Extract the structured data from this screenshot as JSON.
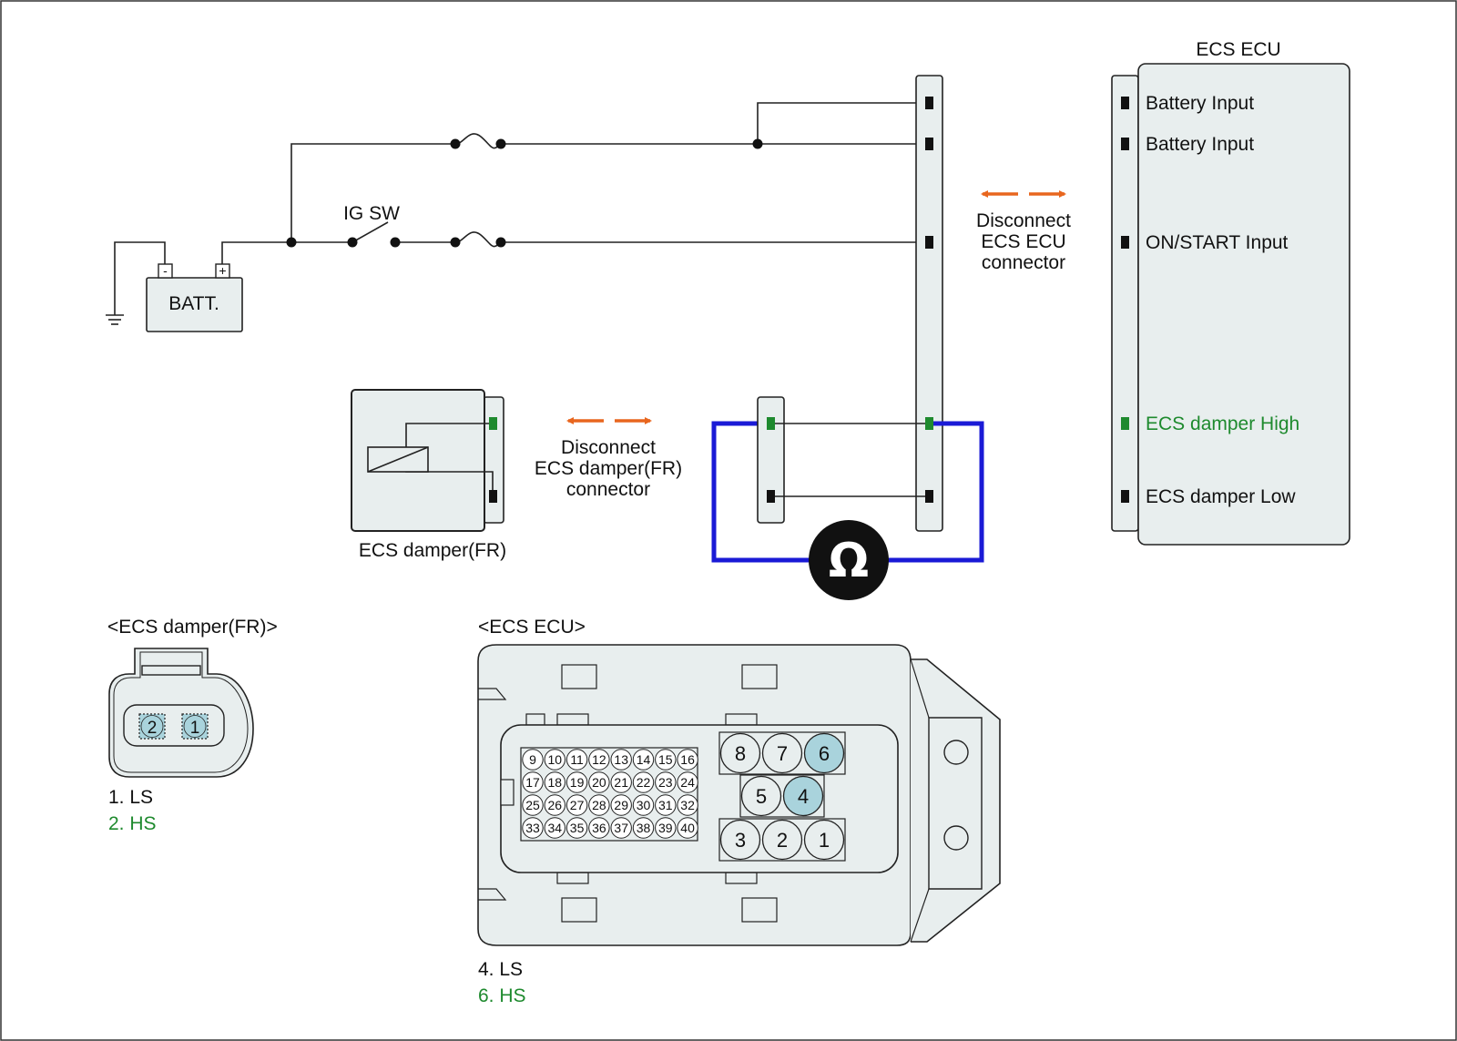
{
  "battery": {
    "label": "BATT.",
    "neg": "-",
    "pos": "+"
  },
  "ig_switch": {
    "label": "IG SW"
  },
  "ecu": {
    "title": "ECS ECU",
    "pins": [
      {
        "label": "Battery Input",
        "color": "#111111"
      },
      {
        "label": "Battery Input",
        "color": "#111111"
      },
      {
        "label": "ON/START Input",
        "color": "#111111"
      },
      {
        "label": "ECS damper High",
        "color": "#1e8a2e"
      },
      {
        "label": "ECS damper Low",
        "color": "#111111"
      }
    ]
  },
  "disconnect_ecu": {
    "line1": "Disconnect",
    "line2": "ECS ECU",
    "line3": "connector"
  },
  "disconnect_damper": {
    "line1": "Disconnect",
    "line2": "ECS damper(FR)",
    "line3": "connector"
  },
  "damper": {
    "label": "ECS damper(FR)"
  },
  "ohmmeter": {
    "symbol": "Ω",
    "color": "#1a1ad6"
  },
  "damper_connector": {
    "title": "<ECS damper(FR)>",
    "pins": [
      "2",
      "1"
    ],
    "legend": [
      {
        "text": "1. LS",
        "color": "#111111"
      },
      {
        "text": "2. HS",
        "color": "#1e8a2e"
      }
    ]
  },
  "ecu_connector": {
    "title": "<ECS ECU>",
    "large_pins": [
      "8",
      "7",
      "6",
      "5",
      "4",
      "3",
      "2",
      "1"
    ],
    "small_pins": [
      [
        "9",
        "10",
        "11",
        "12",
        "13",
        "14",
        "15",
        "16"
      ],
      [
        "17",
        "18",
        "19",
        "20",
        "21",
        "22",
        "23",
        "24"
      ],
      [
        "25",
        "26",
        "27",
        "28",
        "29",
        "30",
        "31",
        "32"
      ],
      [
        "33",
        "34",
        "35",
        "36",
        "37",
        "38",
        "39",
        "40"
      ]
    ],
    "legend": [
      {
        "text": "4. LS",
        "color": "#111111"
      },
      {
        "text": "6. HS",
        "color": "#1e8a2e"
      }
    ]
  },
  "colors": {
    "highlight_pin": "#a9d3dc",
    "arrow": "#e8661e",
    "green_terminal": "#1e8a2e",
    "box_fill": "#e8eeee"
  }
}
